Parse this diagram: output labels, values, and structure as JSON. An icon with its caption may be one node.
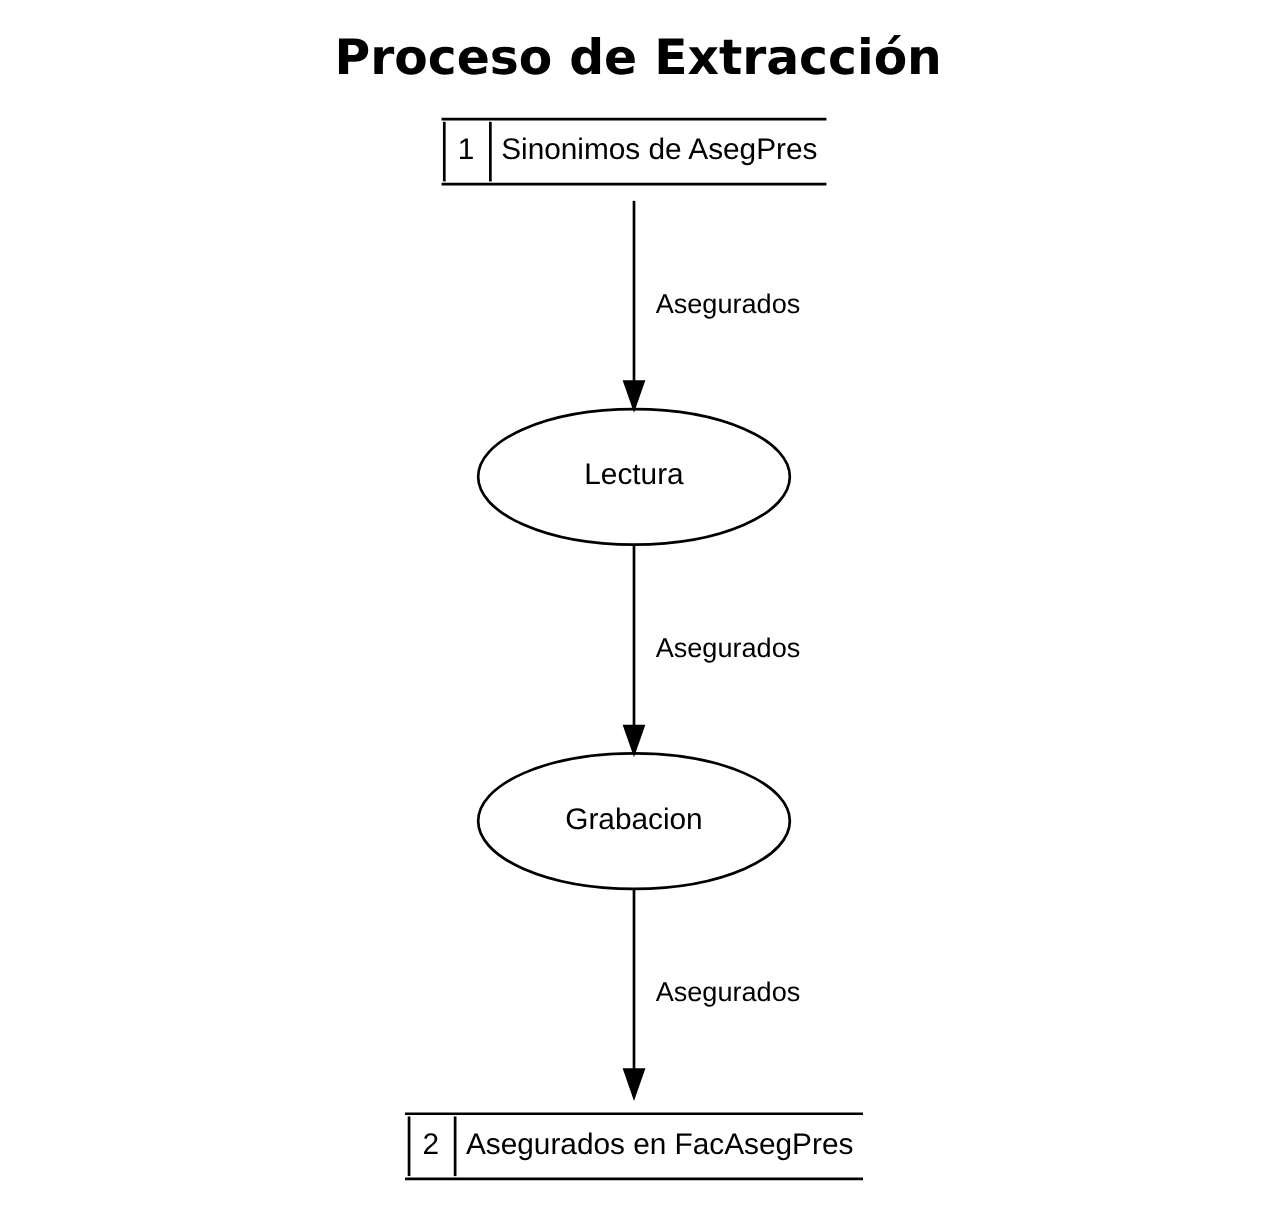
{
  "diagram": {
    "title": "Proceso de Extracción",
    "nodes": [
      {
        "text": [
          "1",
          "Sinonimos de AsegPres"
        ]
      },
      {
        "text": [
          "Lectura"
        ]
      },
      {
        "text": [
          "Grabacion"
        ]
      },
      {
        "text": [
          "2",
          "Asegurados en FacAsegPres"
        ]
      }
    ],
    "edges": [
      {
        "from": 0,
        "to": 1,
        "arrow": "to",
        "label": "Asegurados"
      },
      {
        "from": 1,
        "to": 2,
        "arrow": "to",
        "label": "Asegurados"
      },
      {
        "from": 2,
        "to": 3,
        "arrow": "to",
        "label": "Asegurados"
      }
    ]
  }
}
